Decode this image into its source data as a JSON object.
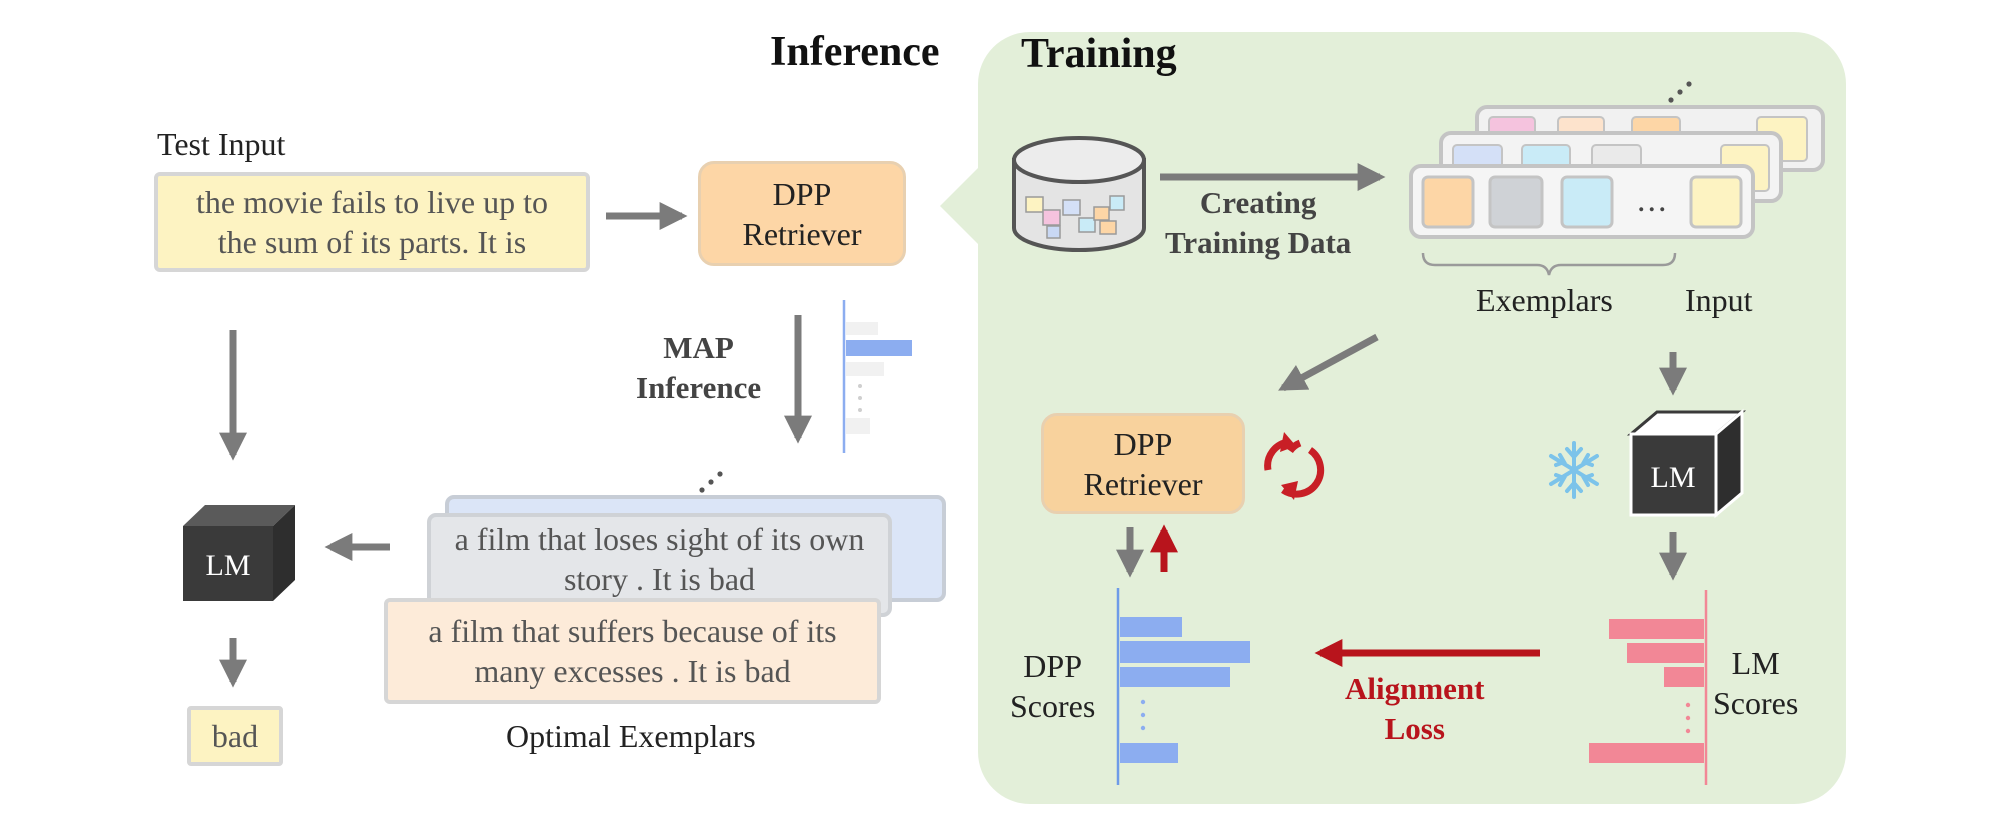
{
  "headers": {
    "inference": "Inference",
    "training": "Training"
  },
  "inference": {
    "test_input_label": "Test Input",
    "test_input_text": [
      "the movie fails to live up to",
      "the sum of its parts. It is"
    ],
    "retriever_label": [
      "DPP",
      "Retriever"
    ],
    "map_inference_label": [
      "MAP",
      "Inference"
    ],
    "lm_label": "LM",
    "exemplar_back_text": [
      "a film that loses sight of its own",
      "story . It is bad"
    ],
    "exemplar_front_text": [
      "a film that suffers because of its",
      "many excesses . It is bad"
    ],
    "optimal_exemplars_label": "Optimal Exemplars",
    "output_text": "bad"
  },
  "training": {
    "creating_data_label": [
      "Creating",
      "Training Data"
    ],
    "exemplars_label": "Exemplars",
    "input_label": "Input",
    "ellipsis": "...",
    "retriever_label": [
      "DPP",
      "Retriever"
    ],
    "lm_label": "LM",
    "dpp_scores_label": [
      "DPP",
      "Scores"
    ],
    "lm_scores_label": [
      "LM",
      "Scores"
    ],
    "alignment_loss_label": [
      "Alignment",
      "Loss"
    ]
  },
  "colors": {
    "training_bg": "#e3efd9",
    "retriever_infer": "#fdd6a6",
    "retriever_train": "#f8d29d",
    "test_input_bg": "#fdf3c2",
    "exemplar_front_bg": "#fdebd9",
    "exemplar_back_bg": "#e4e6e9",
    "exemplar_blue_bg": "#dbe5f7",
    "dpp_bar": "#8cadf0",
    "lm_bar": "#f28796",
    "alignment_red": "#b8141c",
    "arrow_gray": "#7b7b7b",
    "snowflake": "#7cc3ea"
  },
  "icons": [
    "database-icon",
    "lm-cube-icon",
    "refresh-icon",
    "snowflake-icon"
  ]
}
